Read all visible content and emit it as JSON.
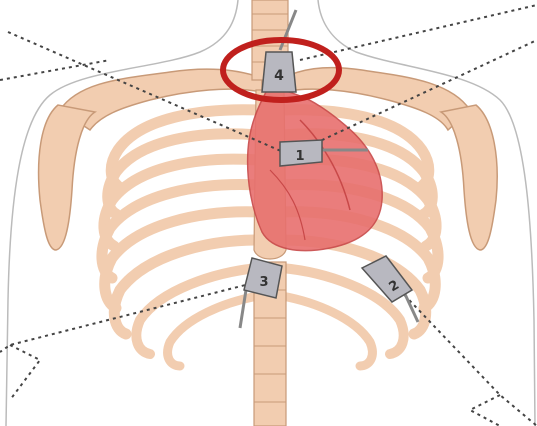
{
  "diagram": {
    "probes": [
      {
        "id": "probe-1",
        "label": "1"
      },
      {
        "id": "probe-2",
        "label": "2"
      },
      {
        "id": "probe-3",
        "label": "3"
      },
      {
        "id": "probe-4",
        "label": "4",
        "highlighted": true
      }
    ],
    "colors": {
      "bone": "#f2cdb0",
      "bone_outline": "#c89a78",
      "heart": "#e8706e",
      "heart_dark": "#c84848",
      "probe": "#b8b8c0",
      "highlight_ring": "#c0201d",
      "dotted_line": "#444444",
      "skin_outline": "#bbbbbb"
    }
  }
}
